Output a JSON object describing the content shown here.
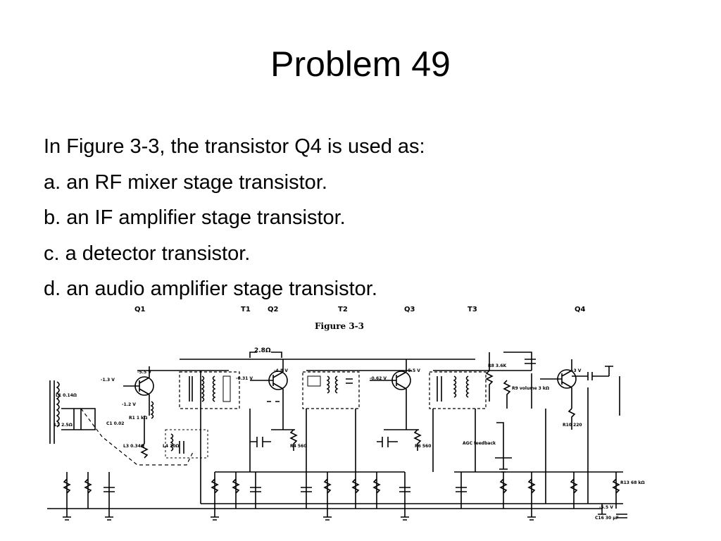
{
  "slide": {
    "title": "Problem 49",
    "question": "In Figure 3-3, the transistor Q4 is used as:",
    "options": [
      "a. an RF mixer stage transistor.",
      "b. an IF amplifier stage transistor.",
      "c. a detector transistor.",
      "d. an audio amplifier stage transistor."
    ]
  },
  "figure": {
    "caption": "Figure 3-3",
    "stage_labels": [
      "Q1",
      "T1",
      "Q2",
      "T2",
      "Q3",
      "T3",
      "Q4"
    ],
    "resistance_label": "2.8Ω",
    "voltages": [
      "-1.3 V",
      "-5.5 V",
      "-1.2 V",
      "-0.31 V",
      "-4.8 V",
      "-0.62 V",
      "-5.5 V",
      "-3 V",
      "-5.5 V"
    ],
    "components": [
      "C1 0.02",
      "L1 0.14Ω",
      "L2 2.5Ω",
      "R1 1 kΩ",
      "L3 0.34Ω",
      "L4 10Ω",
      "R4 560",
      "R6 560",
      "R8 3.6K",
      "R9 volume 3 kΩ",
      "R10 220",
      "R13 68 kΩ",
      "C16 30 µF",
      "AGC feedback"
    ]
  }
}
